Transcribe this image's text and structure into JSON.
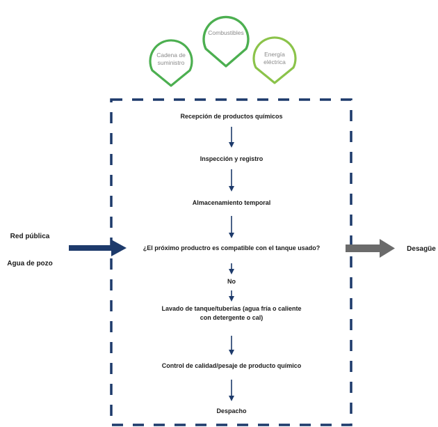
{
  "colors": {
    "navy": "#1d3a6b",
    "gray_arrow": "#6b6b6b",
    "green_dark": "#4caf50",
    "green_light": "#8bc34a"
  },
  "pins": {
    "supply_chain": {
      "line1": "Cadena de",
      "line2": "suministro",
      "icon": "location-pin-icon"
    },
    "fuels": {
      "label": "Combustibles",
      "icon": "location-pin-icon"
    },
    "electricity": {
      "line1": "Energía",
      "line2": "eléctrica",
      "icon": "location-pin-icon"
    }
  },
  "inputs": {
    "public_network": "Red pública",
    "well_water": "Agua de pozo"
  },
  "output": {
    "drain": "Desagüe"
  },
  "steps": {
    "reception": "Recepción de productos químicos",
    "inspection": "Inspección y registro",
    "storage": "Almacenamiento temporal",
    "question": "¿El próximo productro es compatible con el tanque usado?",
    "no": "No",
    "washing_line1": "Lavado de tanque/tuberías (agua fría o caliente",
    "washing_line2": "con detergente o cal)",
    "quality": "Control de calidad/pesaje de producto químico",
    "dispatch": "Despacho"
  }
}
